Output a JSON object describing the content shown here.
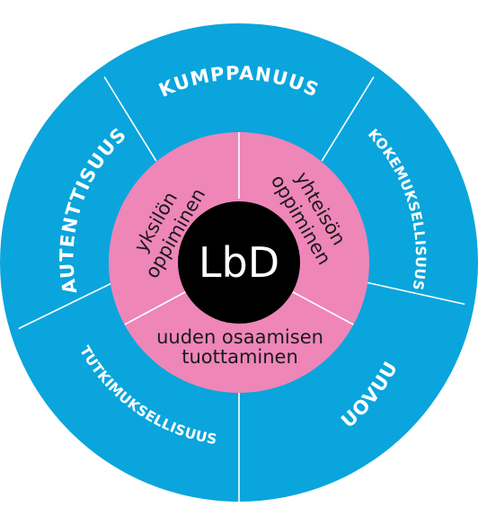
{
  "colors": {
    "outer_ring": "#0aa5dc",
    "inner_ring": "#ee86b8",
    "center": "#000000",
    "dividers": "#ffffff",
    "outer_text": "#ffffff",
    "inner_text": "#1a1a1a",
    "center_text": "#ffffff"
  },
  "center": {
    "label": "LbD"
  },
  "inner_segments": [
    {
      "id": "yksilon",
      "line1": "yksilön",
      "line2": "oppiminen"
    },
    {
      "id": "yhteison",
      "line1": "yhteisön",
      "line2": "oppiminen"
    },
    {
      "id": "uuden",
      "line1": "uuden osaamisen",
      "line2": "tuottaminen"
    }
  ],
  "outer_segments": [
    {
      "id": "kumppanuus",
      "label": "KUMPPANUUS"
    },
    {
      "id": "kokemuksellisuus",
      "label": "KOKEMUKSELLISUUS"
    },
    {
      "id": "luovuus",
      "label": "LUOVUUS"
    },
    {
      "id": "tutkimuksellisuus",
      "label": "TUTKIMUKSELLISUUS"
    },
    {
      "id": "autenttisuus",
      "label": "AUTENTTISUUS"
    }
  ]
}
